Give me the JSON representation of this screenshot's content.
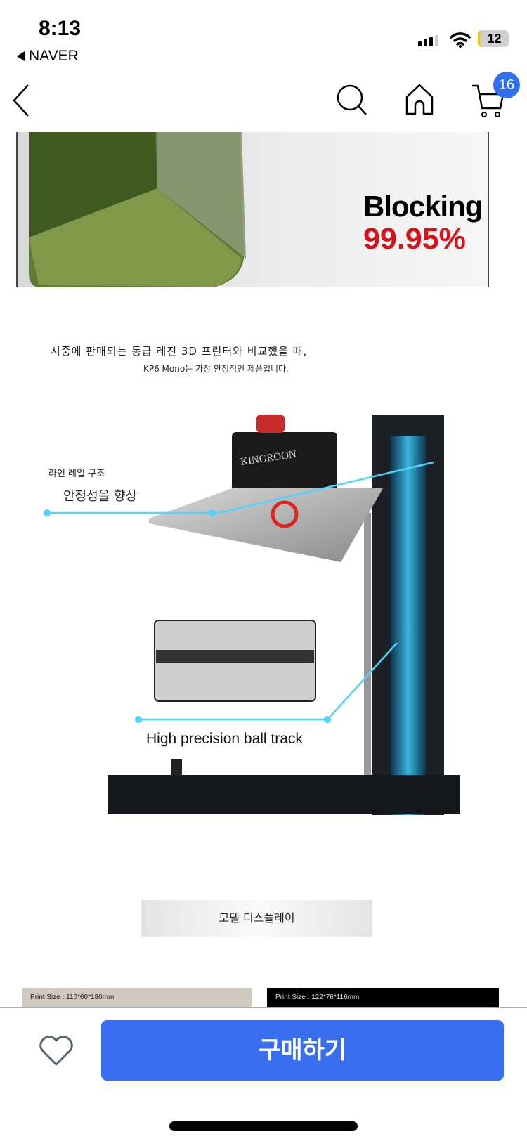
{
  "status_bar": {
    "time": "8:13",
    "back_app": "NAVER",
    "battery": "12"
  },
  "nav": {
    "cart_count": "16"
  },
  "content": {
    "blocking_title": "Blocking",
    "blocking_value": "99.95%",
    "compare_line1": "시중에 판매되는 동급 레진 3D 프린터와 비교했을 때,",
    "compare_line2": "KP6 Mono는 가장 안정적인 제품입니다.",
    "brand": "KINGROON",
    "rail_label": "라인 레일 구조",
    "stability_label": "안정성을 향상",
    "ball_track_label": "High precision ball track",
    "model_display": "모델 디스플레이",
    "thumb1_label": "Print Size : 110*60*180mm",
    "thumb2_label": "Print Size : 122*76*116mm"
  },
  "bottom": {
    "buy_label": "구매하기"
  },
  "colors": {
    "accent": "#3a6ef0",
    "badge": "#2f6ff0",
    "red": "#d6121b",
    "glow": "#3fd0ff"
  }
}
